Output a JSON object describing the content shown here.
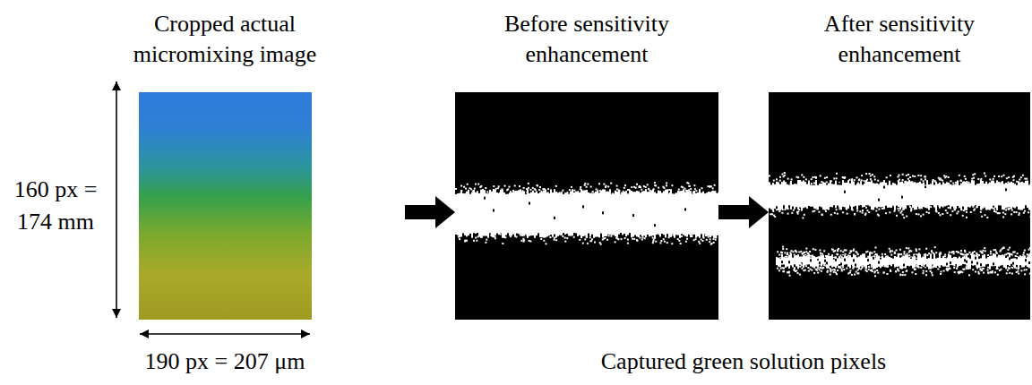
{
  "diagram": {
    "nodes": [
      {
        "text": [
          "Cropped actual micromixing image"
        ]
      },
      {
        "text": [
          "Before sensitivity enhancement"
        ]
      },
      {
        "text": [
          "After sensitivity enhancement"
        ]
      }
    ],
    "edges": [
      {
        "from": 0,
        "to": 1,
        "arrow": "to"
      },
      {
        "from": 1,
        "to": 2,
        "arrow": "to"
      }
    ],
    "labels": [
      "160 px = 174 mm",
      "190 px = 207 μm",
      "Captured green solution pixels"
    ]
  }
}
